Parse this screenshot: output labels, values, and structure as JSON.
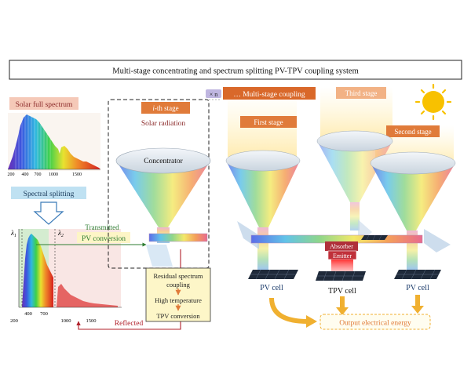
{
  "title": "Multi-stage concentrating and spectrum splitting PV-TPV coupling system",
  "left_panel": {
    "solar_full_spectrum": "Solar full spectrum",
    "spectral_splitting": "Spectral splitting",
    "top_ticks": [
      "200",
      "400",
      "700",
      "1000",
      "1500"
    ],
    "bottom_ticks": [
      "200",
      "400",
      "700",
      "1000",
      "1500"
    ],
    "lambda1": "λ",
    "lambda1_sub": "1",
    "lambda2": "λ",
    "lambda2_sub": "2",
    "transmitted": "Transmitted",
    "pv_conversion": "PV conversion",
    "reflected": "Reflected"
  },
  "ith_stage": {
    "label_prefix": "i",
    "label_suffix": "-th stage",
    "solar_radiation": "Solar radiation",
    "concentrator": "Concentrator",
    "times_n": "× n"
  },
  "residual": {
    "line1": "Residual spectrum",
    "line2": "coupling",
    "line3": "High temperature",
    "line4": "TPV conversion"
  },
  "right_panel": {
    "multi_stage_coupling": "… Multi-stage coupling",
    "first_stage": "First stage",
    "second_stage": "Second stage",
    "third_stage": "Third stage",
    "absorber": "Absorber",
    "emitter": "Emitter",
    "pv_cell_left": "PV cell",
    "tpv_cell": "TPV cell",
    "pv_cell_right": "PV cell",
    "output": "Output  electrical energy"
  },
  "colors": {
    "orange_label": "#e07b3a",
    "dark_red": "#b0202a",
    "green": "#2e7d32",
    "arrow_yellow": "#f0b030",
    "sun": "#f8c100"
  }
}
